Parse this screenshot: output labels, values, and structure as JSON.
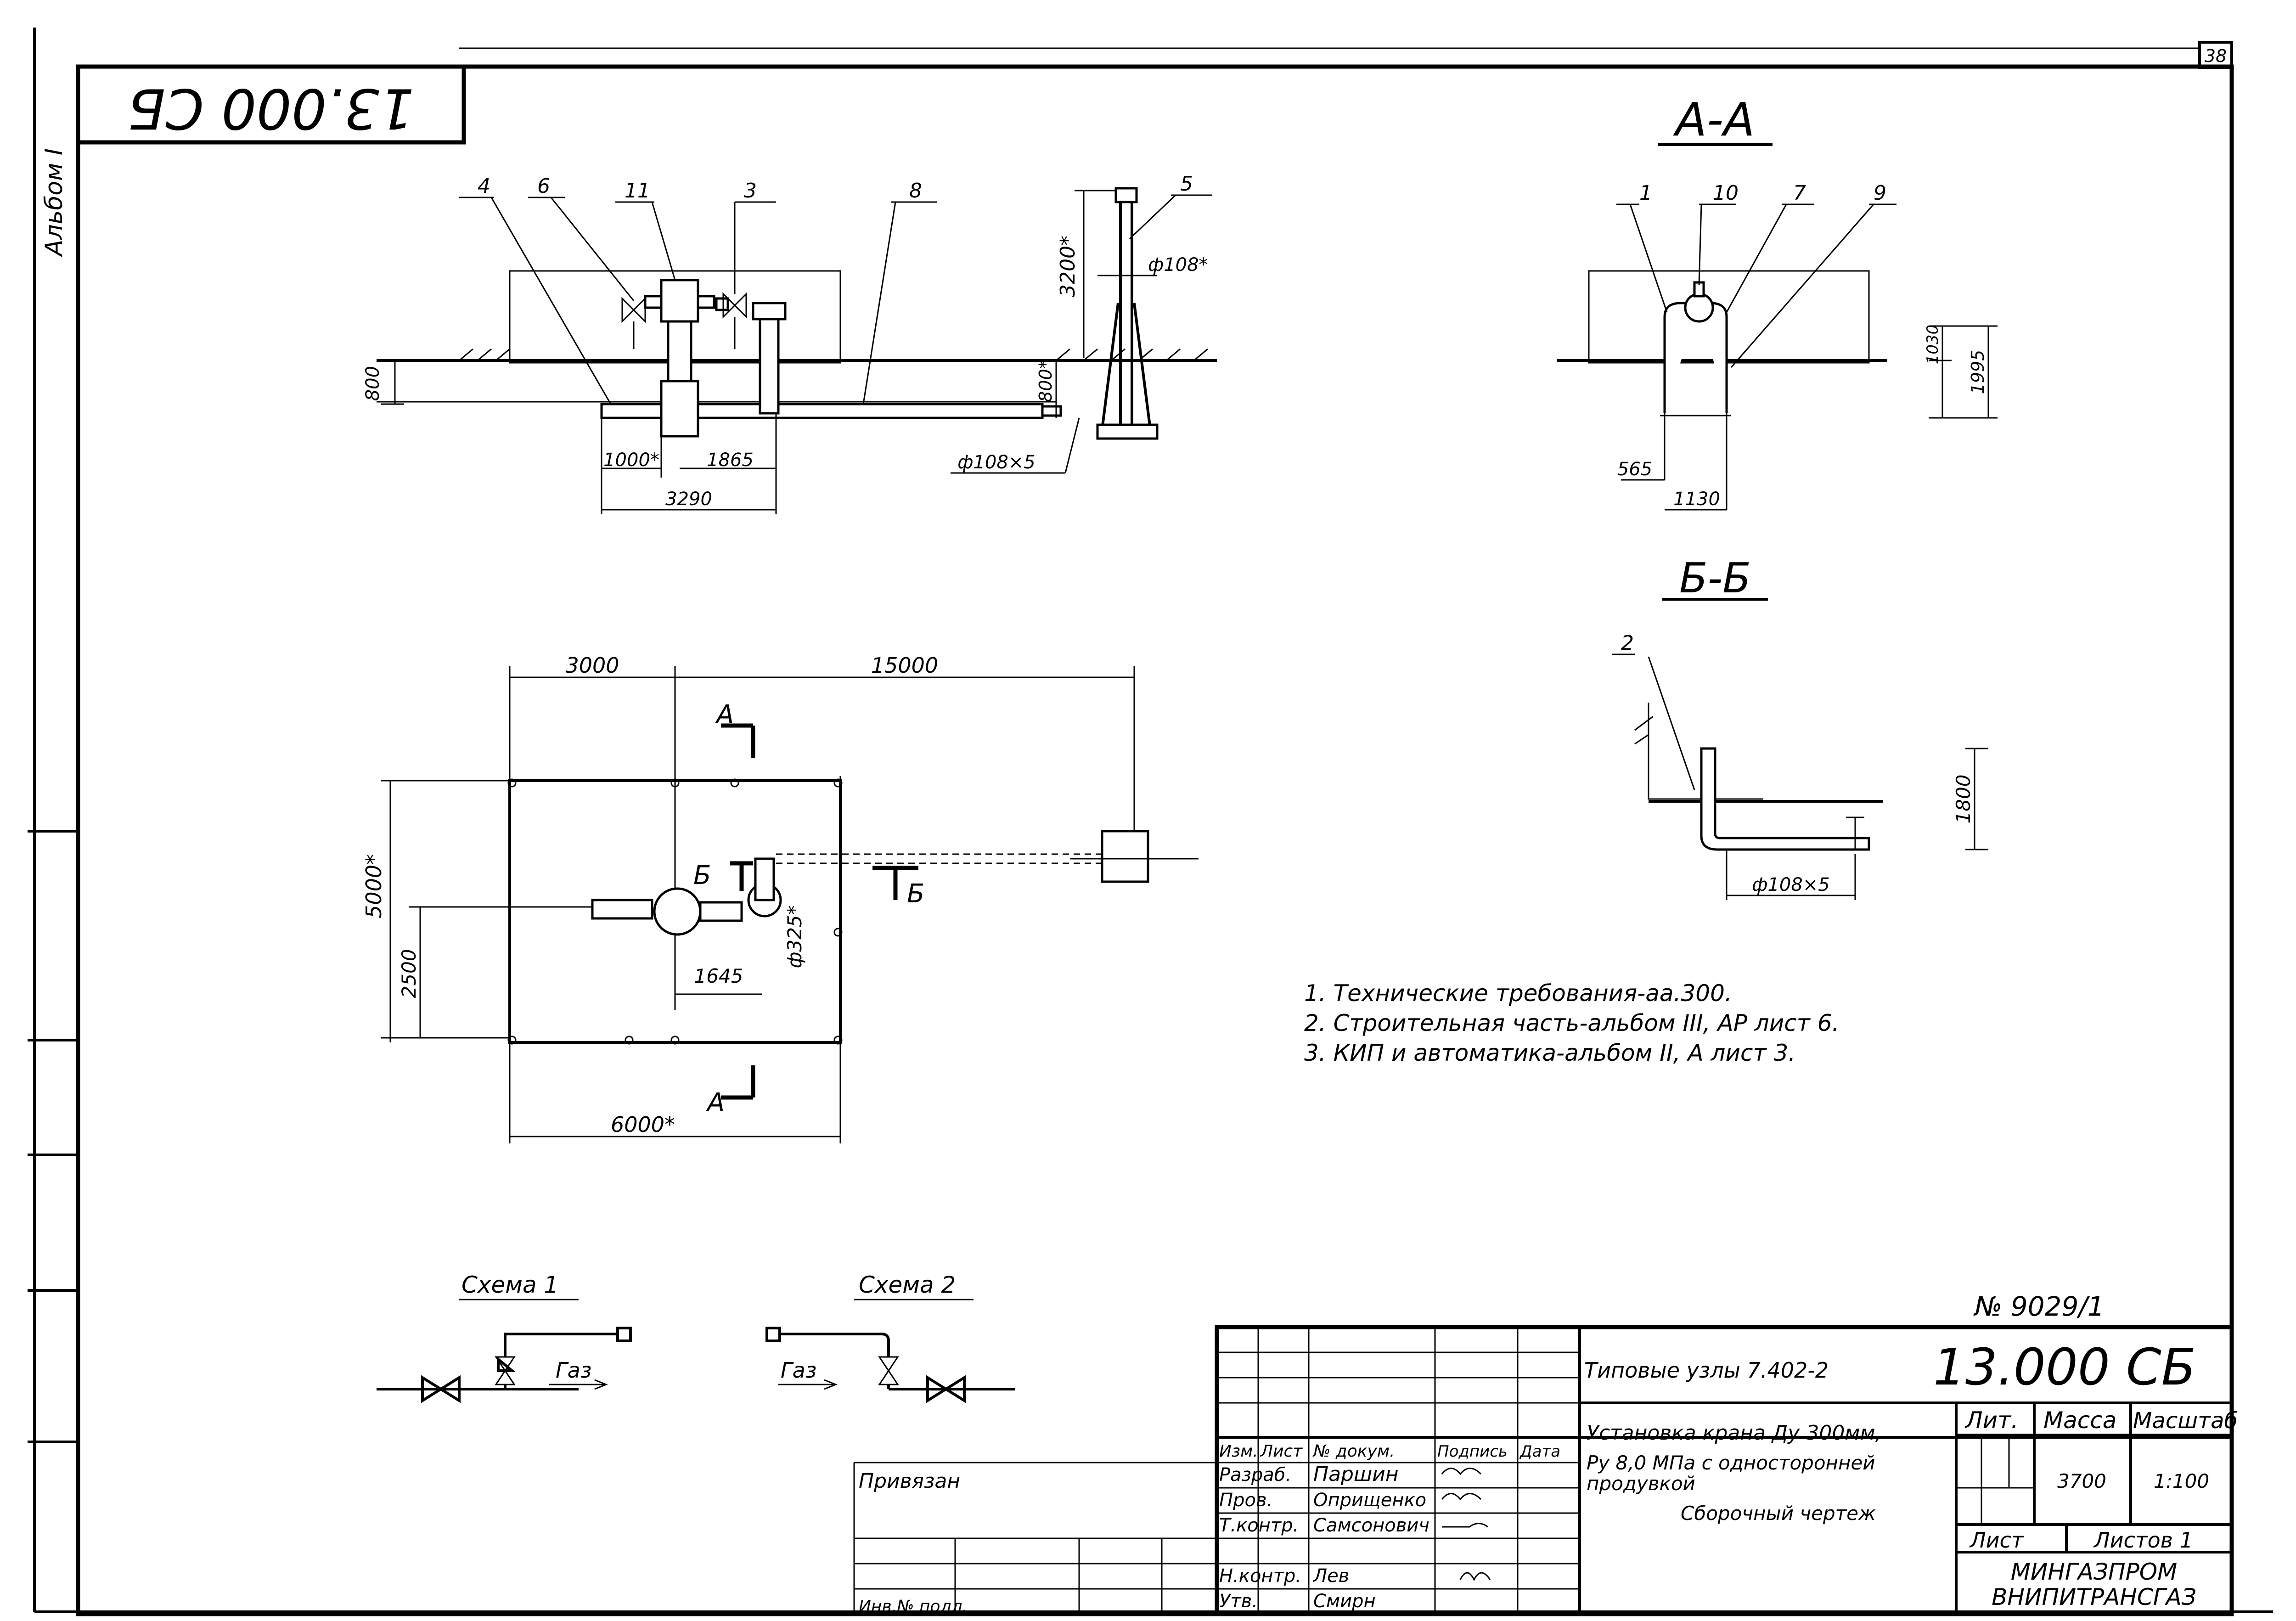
{
  "sheet": {
    "stamp_top": "13.000 СБ",
    "album_side": "Альбом I",
    "sheet_corner": "38",
    "doc_number": "№ 9029/1"
  },
  "plan_elevation": {
    "callouts": [
      "4",
      "6",
      "11",
      "3",
      "8",
      "5"
    ],
    "dims": {
      "depth": "800",
      "d1000": "1000*",
      "d1865": "1865",
      "d3290": "3290",
      "pipe_od": "ф108×5",
      "d3200": "3200*",
      "d800b": "800*",
      "ph108": "ф108*"
    }
  },
  "plan_view": {
    "dims": {
      "d3000": "3000",
      "d15000": "15000",
      "d5000": "5000*",
      "d2500": "2500",
      "d1645": "1645",
      "d325": "ф325*",
      "d6000": "6000*"
    },
    "section_a": "А",
    "section_b": "Б"
  },
  "section_aa": {
    "title": "А-А",
    "callouts": [
      "1",
      "10",
      "7",
      "9"
    ],
    "dims": {
      "d1030": "1030",
      "d1995": "1995",
      "d565": "565",
      "d1130": "1130"
    }
  },
  "section_bb": {
    "title": "Б-Б",
    "callout": "2",
    "dims": {
      "d1800": "1800",
      "pipe": "ф108×5"
    }
  },
  "notes": [
    "1. Технические требования-аа.300.",
    "2. Строительная часть-альбом III, АР лист 6.",
    "3. КИП и автоматика-альбом II, А лист 3."
  ],
  "schemes": {
    "scheme1": "Схема 1",
    "scheme2": "Схема 2",
    "gas": "Газ"
  },
  "title_block": {
    "series": "Типовые узлы 7.402-2",
    "code": "13.000 СБ",
    "headers": [
      "Изм.",
      "Лист",
      "№ докум.",
      "Подпись",
      "Дата"
    ],
    "roles": [
      "Разраб.",
      "Пров.",
      "Т.контр.",
      "",
      "Н.контр.",
      "Утв."
    ],
    "names": [
      "Паршин",
      "Оприщенко",
      "Самсонович",
      "",
      "Лев",
      "Смирн"
    ],
    "bound": "Привязан",
    "inv": "Инв.№ подл.",
    "title_lines": [
      "Установка крана Ду 300мм,",
      "Ру 8,0 МПа с односторонней",
      "продувкой"
    ],
    "drawing_type": "Сборочный чертеж",
    "lit_label": "Лит.",
    "mass_label": "Масса",
    "scale_label": "Масштаб",
    "mass": "3700",
    "scale": "1:100",
    "sheet_label": "Лист",
    "sheets_label": "Листов 1",
    "org1": "МИНГАЗПРОМ",
    "org2": "ВНИПИТРАНСГАЗ"
  }
}
